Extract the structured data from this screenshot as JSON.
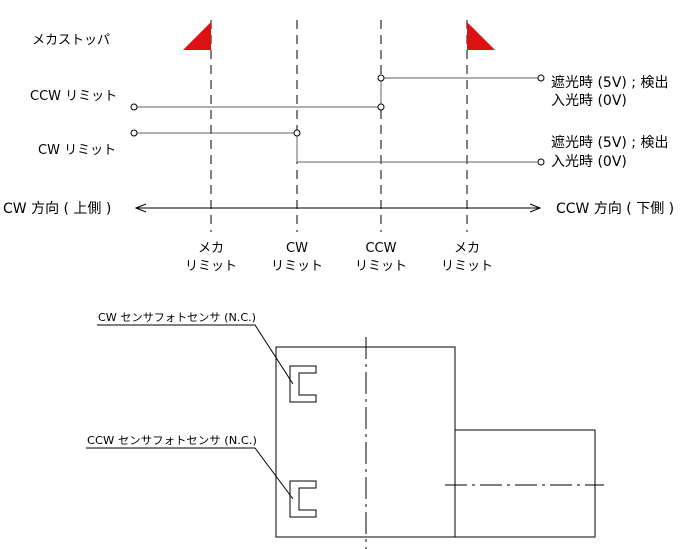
{
  "timing": {
    "mech_stopper_label": "メカストッパ",
    "ccw_limit_label": "CCW リミット",
    "cw_limit_label": "CW リミット",
    "state_blocked": "遮光時 (5V) ; 検出",
    "state_light": "入光時 (0V)",
    "dir_cw": "CW 方向 ( 上側 )",
    "dir_ccw": "CCW 方向 ( 下側 )",
    "stopper_color": "#dd1111",
    "positions": [
      {
        "line1": "メカ",
        "line2": "リミット"
      },
      {
        "line1": "CW",
        "line2": "リミット"
      },
      {
        "line1": "CCW",
        "line2": "リミット"
      },
      {
        "line1": "メカ",
        "line2": "リミット"
      }
    ]
  },
  "sensor": {
    "cw_sensor_label": "CW センサフォトセンサ (N.C.)",
    "ccw_sensor_label": "CCW センサフォトセンサ (N.C.)"
  }
}
